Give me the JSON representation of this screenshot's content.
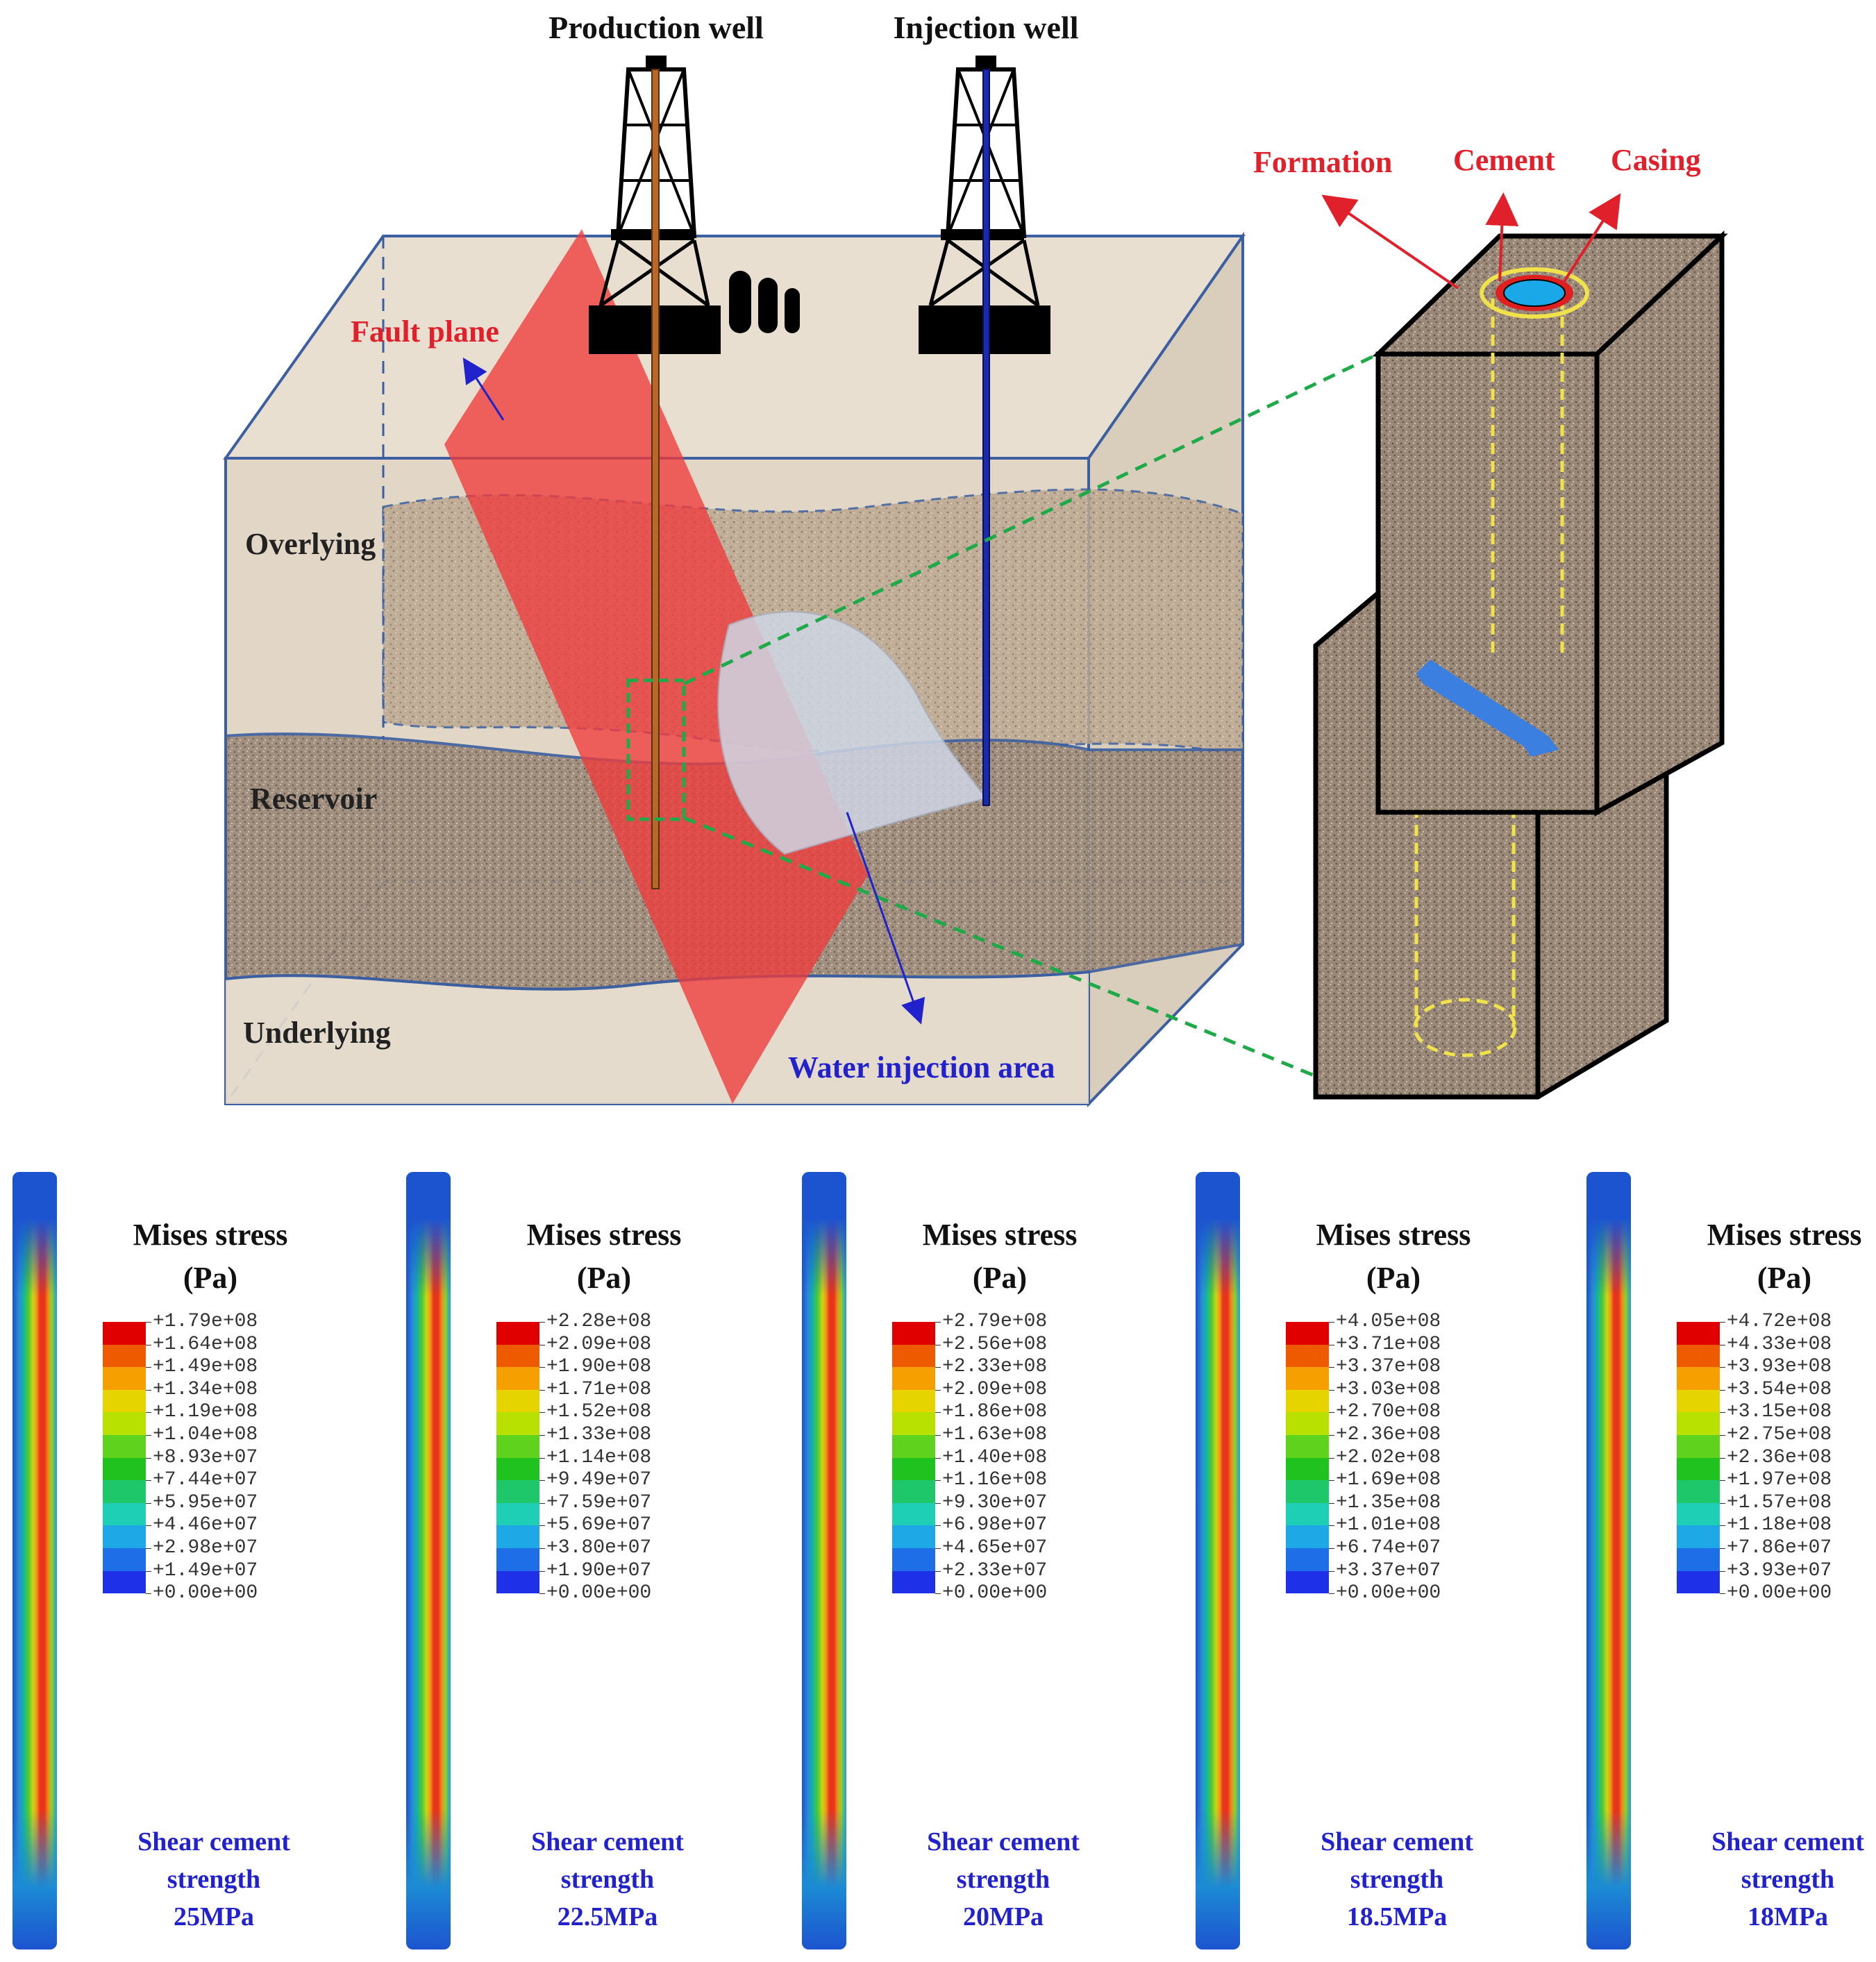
{
  "diagram": {
    "labels": {
      "production_well": "Production well",
      "injection_well": "Injection well",
      "fault_plane": "Fault plane",
      "overlying": "Overlying",
      "reservoir": "Reservoir",
      "underlying": "Underlying",
      "water_injection_area": "Water injection area",
      "formation": "Formation",
      "cement": "Cement",
      "casing": "Casing"
    },
    "colors": {
      "fault": "#ef3b3b",
      "label_red": "#e0202a",
      "label_blue": "#2222cc",
      "production_pipe": "#b8692a",
      "injection_pipe": "#1a2aa8",
      "zoom_line": "#1faa4a",
      "block_outline": "#3b5fa0",
      "sand": "#b8a58e",
      "rock": "#8a7868"
    }
  },
  "panels": [
    {
      "title_line1": "Mises stress",
      "title_line2": "(Pa)",
      "legend": [
        "+1.79e+08",
        "+1.64e+08",
        "+1.49e+08",
        "+1.34e+08",
        "+1.19e+08",
        "+1.04e+08",
        "+8.93e+07",
        "+7.44e+07",
        "+5.95e+07",
        "+4.46e+07",
        "+2.98e+07",
        "+1.49e+07",
        "+0.00e+00"
      ],
      "caption_line1": "Shear cement",
      "caption_line2": "strength",
      "caption_line3": "25MPa"
    },
    {
      "title_line1": "Mises stress",
      "title_line2": "(Pa)",
      "legend": [
        "+2.28e+08",
        "+2.09e+08",
        "+1.90e+08",
        "+1.71e+08",
        "+1.52e+08",
        "+1.33e+08",
        "+1.14e+08",
        "+9.49e+07",
        "+7.59e+07",
        "+5.69e+07",
        "+3.80e+07",
        "+1.90e+07",
        "+0.00e+00"
      ],
      "caption_line1": "Shear cement",
      "caption_line2": "strength",
      "caption_line3": "22.5MPa"
    },
    {
      "title_line1": "Mises stress",
      "title_line2": "(Pa)",
      "legend": [
        "+2.79e+08",
        "+2.56e+08",
        "+2.33e+08",
        "+2.09e+08",
        "+1.86e+08",
        "+1.63e+08",
        "+1.40e+08",
        "+1.16e+08",
        "+9.30e+07",
        "+6.98e+07",
        "+4.65e+07",
        "+2.33e+07",
        "+0.00e+00"
      ],
      "caption_line1": "Shear cement",
      "caption_line2": "strength",
      "caption_line3": "20MPa"
    },
    {
      "title_line1": "Mises stress",
      "title_line2": "(Pa)",
      "legend": [
        "+4.05e+08",
        "+3.71e+08",
        "+3.37e+08",
        "+3.03e+08",
        "+2.70e+08",
        "+2.36e+08",
        "+2.02e+08",
        "+1.69e+08",
        "+1.35e+08",
        "+1.01e+08",
        "+6.74e+07",
        "+3.37e+07",
        "+0.00e+00"
      ],
      "caption_line1": "Shear cement",
      "caption_line2": "strength",
      "caption_line3": "18.5MPa"
    },
    {
      "title_line1": "Mises stress",
      "title_line2": "(Pa)",
      "legend": [
        "+4.72e+08",
        "+4.33e+08",
        "+3.93e+08",
        "+3.54e+08",
        "+3.15e+08",
        "+2.75e+08",
        "+2.36e+08",
        "+1.97e+08",
        "+1.57e+08",
        "+1.18e+08",
        "+7.86e+07",
        "+3.93e+07",
        "+0.00e+00"
      ],
      "caption_line1": "Shear cement",
      "caption_line2": "strength",
      "caption_line3": "18MPa"
    }
  ],
  "legend_colors": [
    "#e00000",
    "#ee5a00",
    "#f5a000",
    "#e6d400",
    "#b8e000",
    "#5fd21e",
    "#1fc21e",
    "#1ec86a",
    "#1ecfb6",
    "#1ea8e6",
    "#1e6ee8",
    "#1e30e8",
    "#0a0adc"
  ]
}
